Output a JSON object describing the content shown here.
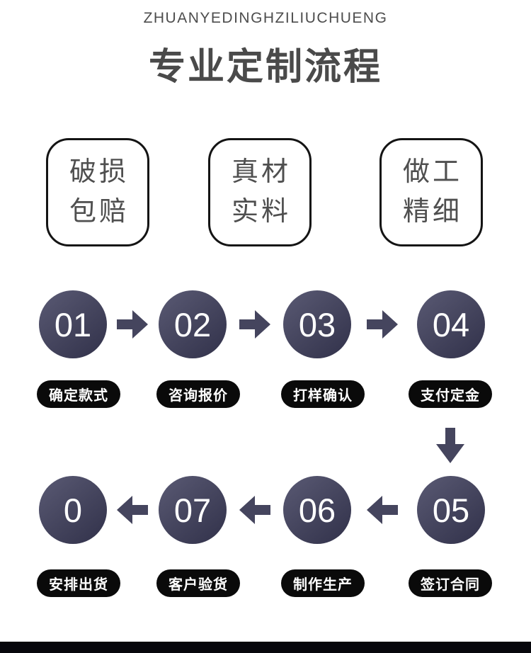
{
  "header": {
    "subtitle": "ZHUANYEDINGHZILIUCHUENG",
    "title": "专业定制流程"
  },
  "features": [
    {
      "line1": "破损",
      "line2": "包赔"
    },
    {
      "line1": "真材",
      "line2": "实料"
    },
    {
      "line1": "做工",
      "line2": "精细"
    }
  ],
  "steps": [
    {
      "number": "01",
      "label": "确定款式"
    },
    {
      "number": "02",
      "label": "咨询报价"
    },
    {
      "number": "03",
      "label": "打样确认"
    },
    {
      "number": "04",
      "label": "支付定金"
    },
    {
      "number": "05",
      "label": "签订合同"
    },
    {
      "number": "06",
      "label": "制作生产"
    },
    {
      "number": "07",
      "label": "客户验货"
    },
    {
      "number": "0",
      "label": "安排出货"
    }
  ],
  "icons": {
    "arrow_right": "arrow-right-icon",
    "arrow_left": "arrow-left-icon",
    "arrow_down": "arrow-down-icon"
  },
  "colors": {
    "background": "#ffffff",
    "title_text": "#4a4a4a",
    "subtitle_text": "#4d4d4d",
    "feature_border": "#141414",
    "feature_text": "#4f4f4f",
    "circle_gradient_start": "#5a5a74",
    "circle_gradient_end": "#31314a",
    "circle_number_text": "#ffffff",
    "arrow_fill": "#45455e",
    "pill_background": "#0a0a0a",
    "pill_text": "#ffffff",
    "bottom_bar": "#07070c"
  }
}
